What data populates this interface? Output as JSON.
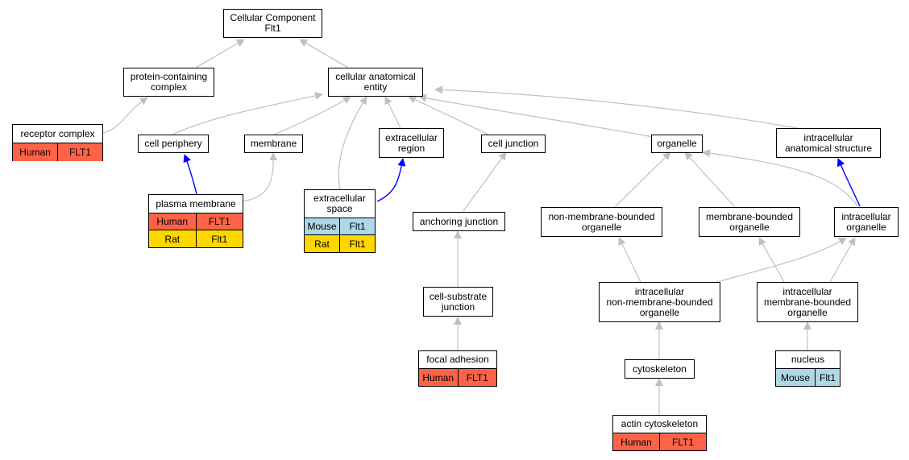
{
  "colors": {
    "edge_gray": "#c0c0c0",
    "edge_blue": "#0000ff",
    "human": "#ff6347",
    "mouse": "#add8e6",
    "rat": "#ffd700"
  },
  "nodes": {
    "cellular_component": "Cellular Component\nFlt1",
    "protein_containing_complex": "protein-containing\ncomplex",
    "cellular_anatomical_entity": "cellular anatomical\nentity",
    "cell_periphery": "cell periphery",
    "membrane": "membrane",
    "extracellular_region": "extracellular\nregion",
    "cell_junction": "cell junction",
    "organelle": "organelle",
    "intracellular_anatomical_structure": "intracellular\nanatomical structure",
    "anchoring_junction": "anchoring junction",
    "non_membrane_bounded_organelle": "non-membrane-bounded\norganelle",
    "membrane_bounded_organelle": "membrane-bounded\norganelle",
    "intracellular_organelle": "intracellular\norganelle",
    "cell_substrate_junction": "cell-substrate\njunction",
    "intracellular_non_membrane_bounded_organelle": "intracellular\nnon-membrane-bounded\norganelle",
    "intracellular_membrane_bounded_organelle": "intracellular\nmembrane-bounded\norganelle",
    "cytoskeleton": "cytoskeleton"
  },
  "annotated": {
    "receptor_complex": {
      "title": "receptor complex",
      "rows": [
        {
          "species": "Human",
          "gene": "FLT1"
        }
      ]
    },
    "plasma_membrane": {
      "title": "plasma membrane",
      "rows": [
        {
          "species": "Human",
          "gene": "FLT1"
        },
        {
          "species": "Rat",
          "gene": "Flt1"
        }
      ]
    },
    "extracellular_space": {
      "title": "extracellular\nspace",
      "rows": [
        {
          "species": "Mouse",
          "gene": "Flt1"
        },
        {
          "species": "Rat",
          "gene": "Flt1"
        }
      ]
    },
    "focal_adhesion": {
      "title": "focal adhesion",
      "rows": [
        {
          "species": "Human",
          "gene": "FLT1"
        }
      ]
    },
    "nucleus": {
      "title": "nucleus",
      "rows": [
        {
          "species": "Mouse",
          "gene": "Flt1"
        }
      ]
    },
    "actin_cytoskeleton": {
      "title": "actin cytoskeleton",
      "rows": [
        {
          "species": "Human",
          "gene": "FLT1"
        }
      ]
    }
  }
}
